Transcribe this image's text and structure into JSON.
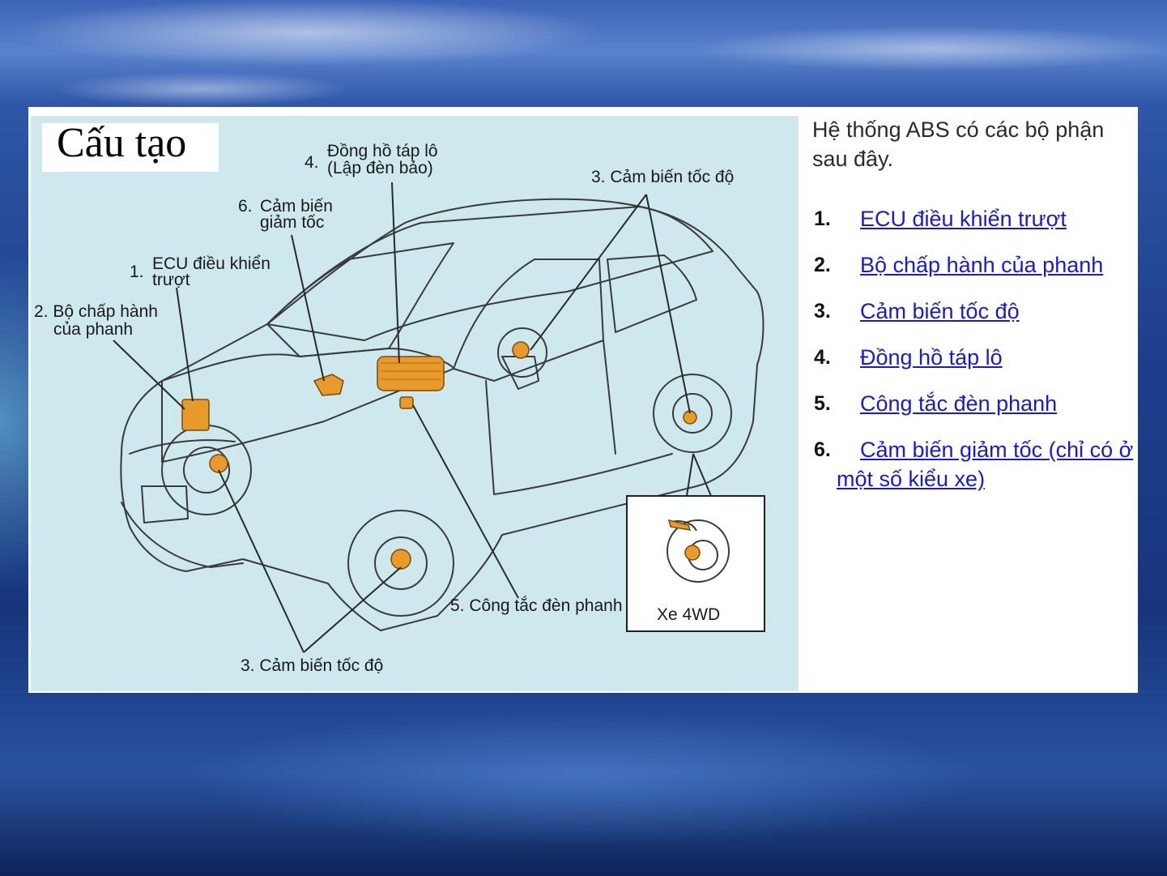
{
  "diagram": {
    "title": "Cấu tạo",
    "labels": {
      "meter": "4. Đồng hồ táp lô (Lập đèn bảo)",
      "meter_line1": "Đồng hồ táp lô",
      "meter_line2": "(Lập đèn bảo)",
      "meter_num": "4.",
      "speed_sensor_top": "3. Cảm biến tốc độ",
      "decel_num": "6.",
      "decel_line1": "Cảm biến",
      "decel_line2": "giảm tốc",
      "ecu_num": "1.",
      "ecu_line1": "ECU điều khiển",
      "ecu_line2": "trượt",
      "actuator_line1": "2. Bộ chấp hành",
      "actuator_line2": "của phanh",
      "brake_switch": "5. Công tắc đèn phanh",
      "speed_sensor_bottom": "3. Cảm biến tốc độ",
      "inset_label": "Xe 4WD"
    },
    "colors": {
      "background": "#cde9ee",
      "component": "#e89a2a",
      "line": "#333333"
    }
  },
  "description": {
    "intro": "Hệ thống ABS có các bộ phận sau đây.",
    "items": [
      {
        "number": "1.",
        "label": "ECU điều khiển trượt"
      },
      {
        "number": "2.",
        "label": "Bộ chấp hành của phanh"
      },
      {
        "number": "3.",
        "label": "Cảm biến tốc độ"
      },
      {
        "number": "4.",
        "label": "Đồng hồ táp lô"
      },
      {
        "number": "5.",
        "label": "Công tắc đèn phanh"
      },
      {
        "number": "6.",
        "label": "Cảm biến giảm tốc (chỉ có ở",
        "label_cont": "một số kiểu xe)"
      }
    ],
    "link_color": "#1a1ad0"
  }
}
